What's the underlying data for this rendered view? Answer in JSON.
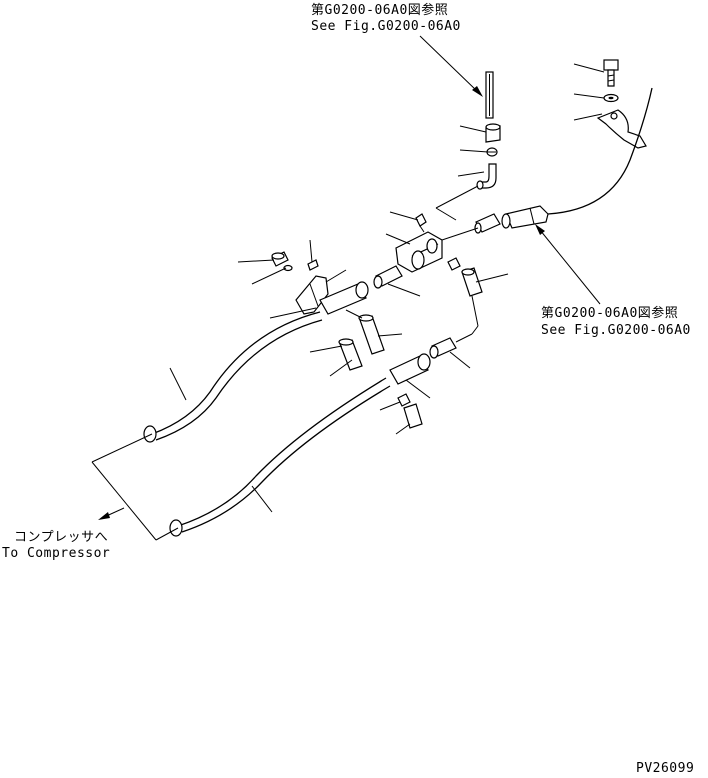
{
  "references": [
    {
      "jp": "第G0200-06A0図参照",
      "en": "See Fig.G0200-06A0"
    },
    {
      "jp": "第G0200-06A0図参照",
      "en": "See Fig.G0200-06A0"
    }
  ],
  "compressor": {
    "jp": "コンプレッサへ",
    "en": "To Compressor"
  },
  "drawing_code": "PV26099",
  "icons": [
    "bolt-icon",
    "washer-icon",
    "clamp-icon",
    "hose-icon",
    "elbow-fitting-icon",
    "connector-icon",
    "arrow-icon"
  ]
}
